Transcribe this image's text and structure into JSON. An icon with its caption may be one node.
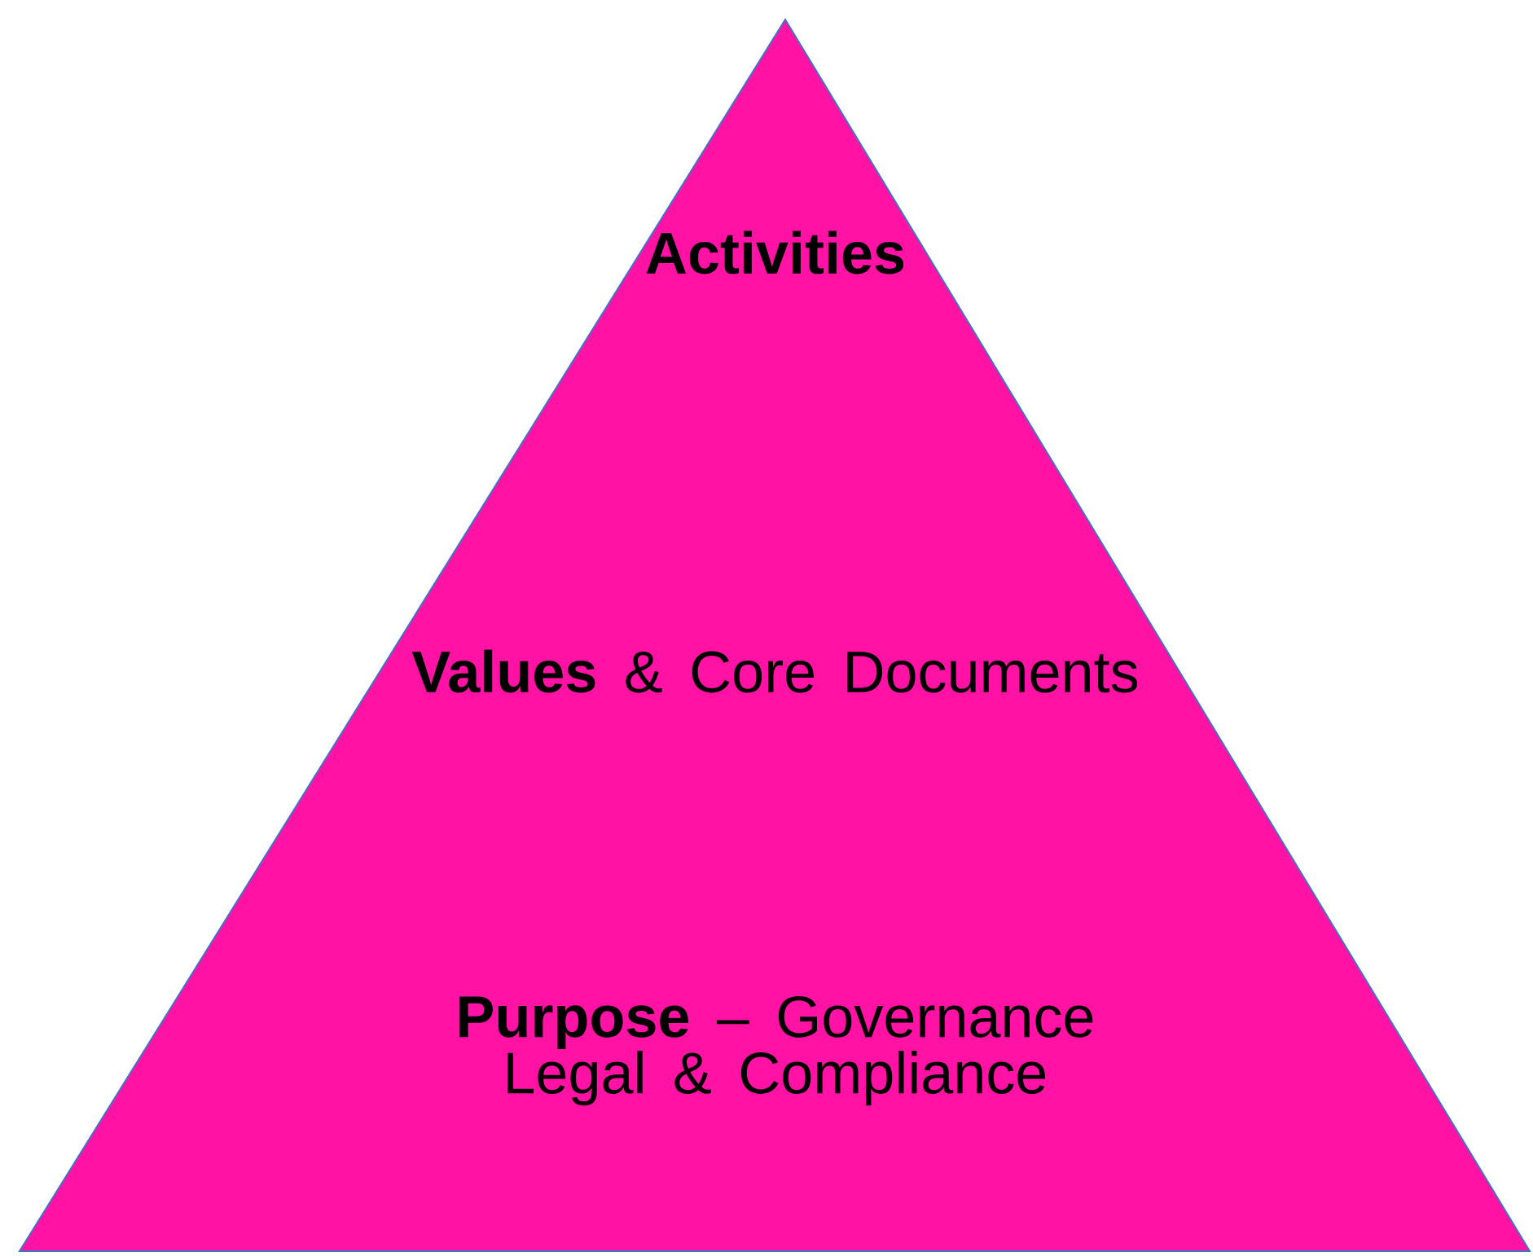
{
  "diagram": {
    "nodes": [
      {
        "text": [
          "Activities",
          "**Values** & Core Documents",
          "**Purpose** – Governance Legal & Compliance"
        ]
      }
    ]
  }
}
